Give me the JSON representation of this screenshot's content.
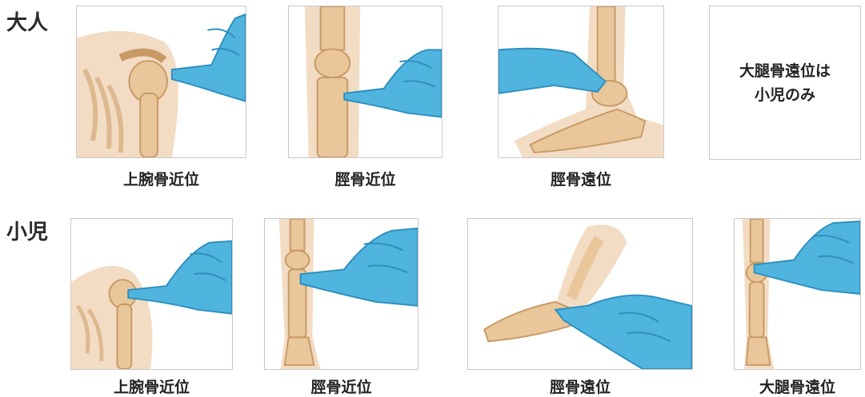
{
  "rows": [
    {
      "label": "大人",
      "panels": [
        {
          "caption": "上腕骨近位",
          "illustration_icon": "shoulder-humerus-icon"
        },
        {
          "caption": "脛骨近位",
          "illustration_icon": "knee-tibia-icon"
        },
        {
          "caption": "脛骨遠位",
          "illustration_icon": "ankle-tibia-icon"
        }
      ],
      "note": {
        "line1": "大腿骨遠位は",
        "line2": "小児のみ"
      }
    },
    {
      "label": "小児",
      "panels": [
        {
          "caption": "上腕骨近位",
          "illustration_icon": "shoulder-humerus-icon"
        },
        {
          "caption": "脛骨近位",
          "illustration_icon": "knee-tibia-icon"
        },
        {
          "caption": "脛骨遠位",
          "illustration_icon": "ankle-tibia-icon"
        },
        {
          "caption": "大腿骨遠位",
          "illustration_icon": "distal-femur-icon"
        }
      ]
    }
  ],
  "colors": {
    "skin": "#f3dcc4",
    "bone": "#e9c79b",
    "bone_outline": "#c99a66",
    "glove": "#4fb5de",
    "glove_dark": "#2f8fbe",
    "border": "#c9c9c9"
  }
}
